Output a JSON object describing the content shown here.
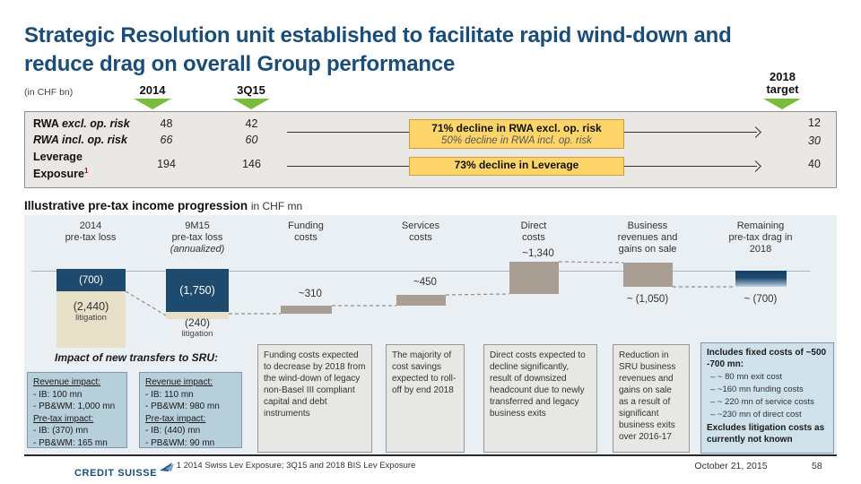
{
  "slide": {
    "title_line1": "Strategic Resolution unit established to facilitate rapid wind-down and",
    "title_line2": "reduce drag on overall Group performance",
    "unit_note": "(in CHF bn)",
    "footnote": "1 2014 Swiss Lev Exposure; 3Q15 and 2018 BIS Lev Exposure",
    "date": "October 21, 2015",
    "page_number": "58",
    "logo_text": "CREDIT SUISSE"
  },
  "kpi_table": {
    "col_2014": "2014",
    "col_3q15": "3Q15",
    "col_target_line1": "2018",
    "col_target_line2": "target",
    "rows": [
      {
        "label_main": "RWA",
        "label_detail": "excl. op. risk",
        "v2014": "48",
        "v3q15": "42",
        "target": "12"
      },
      {
        "label_main": "RWA",
        "label_detail": "incl. op. risk",
        "v2014": "66",
        "v3q15": "60",
        "target": "30"
      },
      {
        "label_line1": "Leverage",
        "label_line2": "Exposure",
        "footnote_mark": "1",
        "v2014": "194",
        "v3q15": "146",
        "target": "40"
      }
    ],
    "callout_rwa_line1": "71% decline in RWA excl. op. risk",
    "callout_rwa_line2": "50% decline in RWA incl. op. risk",
    "callout_leverage": "73% decline in Leverage"
  },
  "progression": {
    "title": "Illustrative pre-tax income progression",
    "title_unit": "in CHF mn",
    "columns": [
      {
        "line1": "2014",
        "line2": "pre-tax loss",
        "line3": ""
      },
      {
        "line1": "9M15",
        "line2": "pre-tax loss",
        "line3": "(annualized)"
      },
      {
        "line1": "Funding",
        "line2": "costs",
        "line3": ""
      },
      {
        "line1": "Services",
        "line2": "costs",
        "line3": ""
      },
      {
        "line1": "Direct",
        "line2": "costs",
        "line3": ""
      },
      {
        "line1": "Business",
        "line2": "revenues and",
        "line3": "gains on sale"
      },
      {
        "line1": "Remaining",
        "line2": "pre-tax drag in",
        "line3": "2018"
      }
    ],
    "bars": {
      "loss2014": "(700)",
      "loss2014_litigation": "(2,440)",
      "litigation_label": "litigation",
      "loss9m15": "(1,750)",
      "loss9m15_litigation": "(240)",
      "funding": "~310",
      "services": "~450",
      "direct": "~1,340",
      "business": "~ (1,050)",
      "remaining": "~ (700)"
    }
  },
  "notes": {
    "impact_title": "Impact of new transfers to SRU:",
    "sru_box_1": {
      "heading_revenue": "Revenue impact:",
      "revenue_items": [
        "- IB: 100 mn",
        "- PB&WM: 1,000 mn"
      ],
      "heading_pretax": "Pre-tax impact:",
      "pretax_items": [
        "- IB: (370) mn",
        "- PB&WM: 165 mn"
      ]
    },
    "sru_box_2": {
      "heading_revenue": "Revenue impact:",
      "revenue_items": [
        "- IB: 110 mn",
        "- PB&WM: 980 mn"
      ],
      "heading_pretax": "Pre-tax impact:",
      "pretax_items": [
        "- IB: (440) mn",
        "- PB&WM: 90 mn"
      ]
    },
    "funding_note": "Funding costs expected to decrease by 2018 from the wind-down of legacy non-Basel III compliant capital and debt instruments",
    "services_note": "The majority of cost savings expected to roll-off by end 2018",
    "direct_note": "Direct costs expected to decline significantly, result of downsized headcount due to newly transferred and legacy business exits",
    "business_note": "Reduction in SRU business revenues and gains on sale as a result of significant business exits over 2016-17",
    "fixed_costs_box": {
      "heading": "Includes fixed costs of ~500 -700 mn:",
      "items": [
        "–  ~ 80 mn exit cost",
        "–  ~160 mn funding costs",
        "–  ~ 220 mn of service costs",
        "–  ~230 mn of direct cost"
      ],
      "footer": "Excludes litigation costs as currently not known"
    }
  },
  "colors": {
    "title_navy": "#1b4d79",
    "bar_navy": "#1e4a6d",
    "bar_beige": "#e7dfc8",
    "bar_taupe": "#a89e93",
    "callout_yellow": "#fdd56a",
    "arrow_green": "#7abc3c",
    "band_background": "#e9eff2",
    "sru_box_blue": "#b7cedb",
    "fixed_box_blue": "#cfe2ec"
  },
  "chart_data": {
    "type": "bar",
    "subtype": "waterfall",
    "title": "Illustrative pre-tax income progression",
    "unit": "CHF mn",
    "categories": [
      "2014 pre-tax loss",
      "9M15 pre-tax loss (annualized)",
      "Funding costs",
      "Services costs",
      "Direct costs",
      "Business revenues and gains on sale",
      "Remaining pre-tax drag in 2018"
    ],
    "values": [
      -700,
      -1750,
      310,
      450,
      1340,
      -1050,
      -700
    ],
    "litigation_values": [
      -2440,
      -240,
      null,
      null,
      null,
      null,
      null
    ],
    "data_labels": [
      "(700)",
      "(1,750)",
      "~310",
      "~450",
      "~1,340",
      "~ (1,050)",
      "~ (700)"
    ],
    "legend_position": "none",
    "grid": false
  }
}
